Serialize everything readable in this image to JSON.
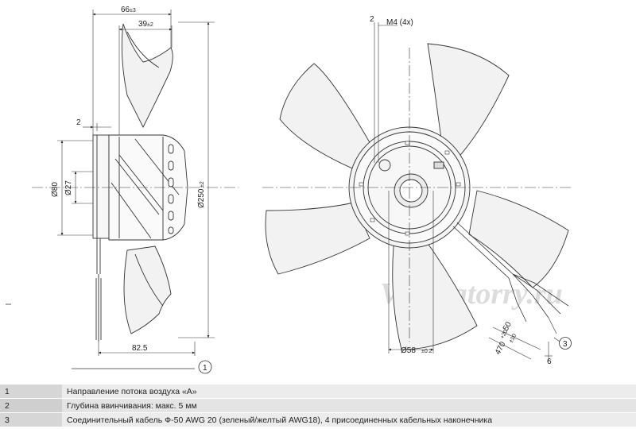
{
  "dimensions": {
    "overall_depth": {
      "value": "66",
      "tol": "±3"
    },
    "hub_depth": {
      "value": "39",
      "tol": "±2"
    },
    "flange_offset": "2",
    "dia_80": "Ø80",
    "dia_27": "Ø27",
    "dia_250": {
      "value": "Ø250",
      "tol": "±2"
    },
    "length_82_5": "82.5",
    "screw_offset": "2",
    "screw_thread": "M4 (4x)",
    "dia_58": {
      "value": "Ø58",
      "tol": "±0.2"
    },
    "cable_length": {
      "value": "470",
      "tol": "+20"
    },
    "strip_length": {
      "value": "50",
      "tol": "±10"
    },
    "end_length": "6"
  },
  "callouts": {
    "airflow": "1",
    "cable": "3"
  },
  "watermark": "Ventilatorry.ru",
  "notes": [
    {
      "num": "1",
      "text": "Направление потока воздуха «A»"
    },
    {
      "num": "2",
      "text": "Глубина ввинчивания: макс. 5 мм"
    },
    {
      "num": "3",
      "text": "Соединительный кабель Ф-50 AWG 20 (зеленый/желтый AWG18), 4 присоединенных кабельных наконечника"
    }
  ]
}
